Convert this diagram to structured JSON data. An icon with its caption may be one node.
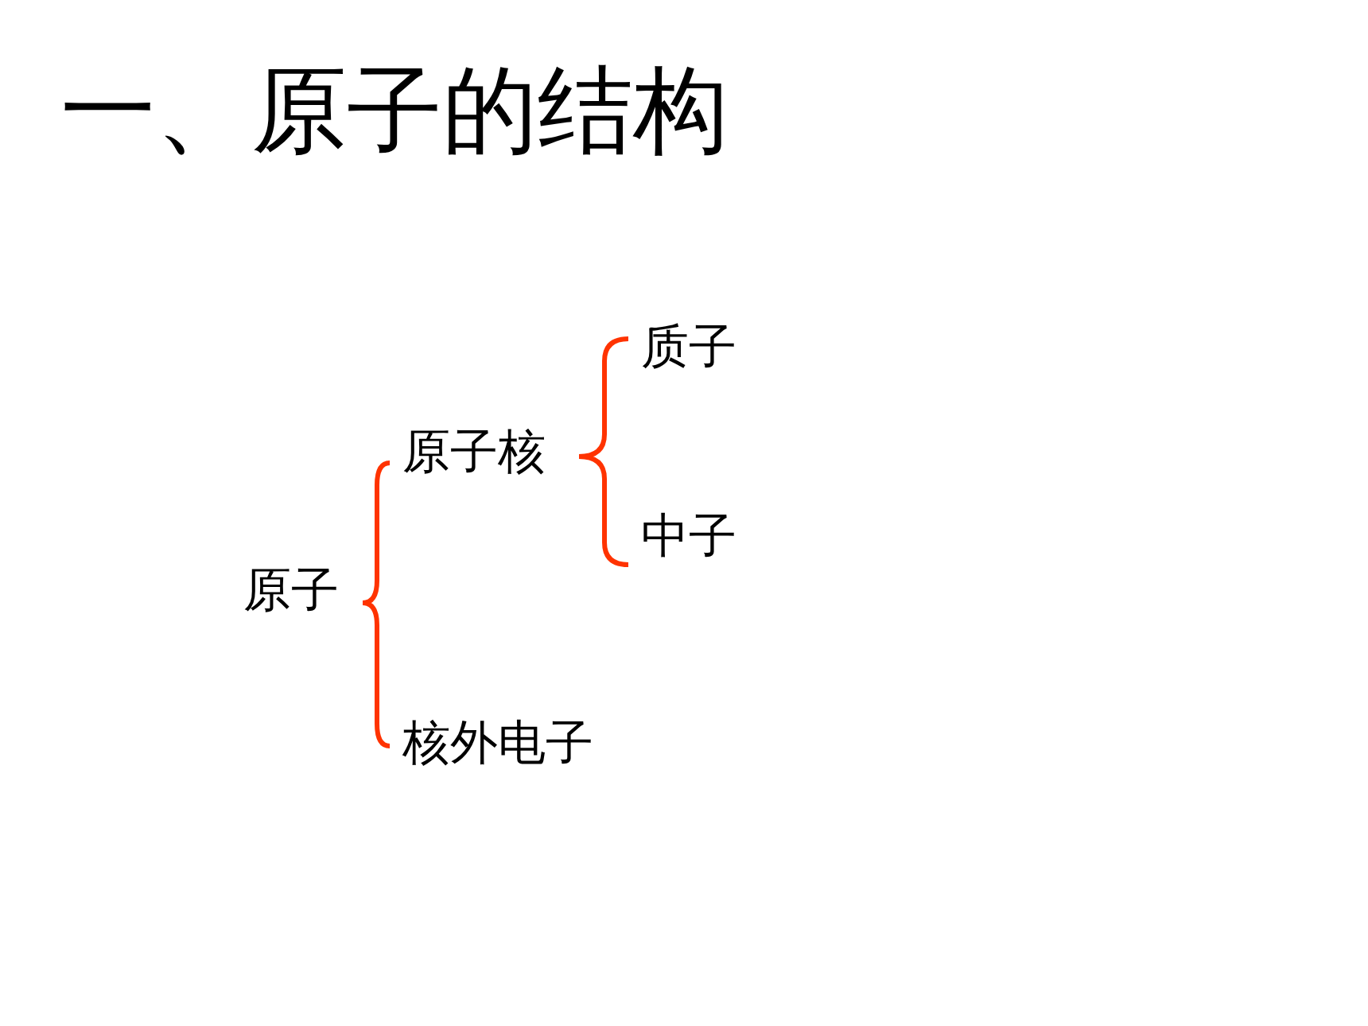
{
  "diagram": {
    "title": "一、原子的结构",
    "labels": [
      "质子",
      "原子核",
      "中子",
      "原子",
      "核外电子"
    ]
  }
}
